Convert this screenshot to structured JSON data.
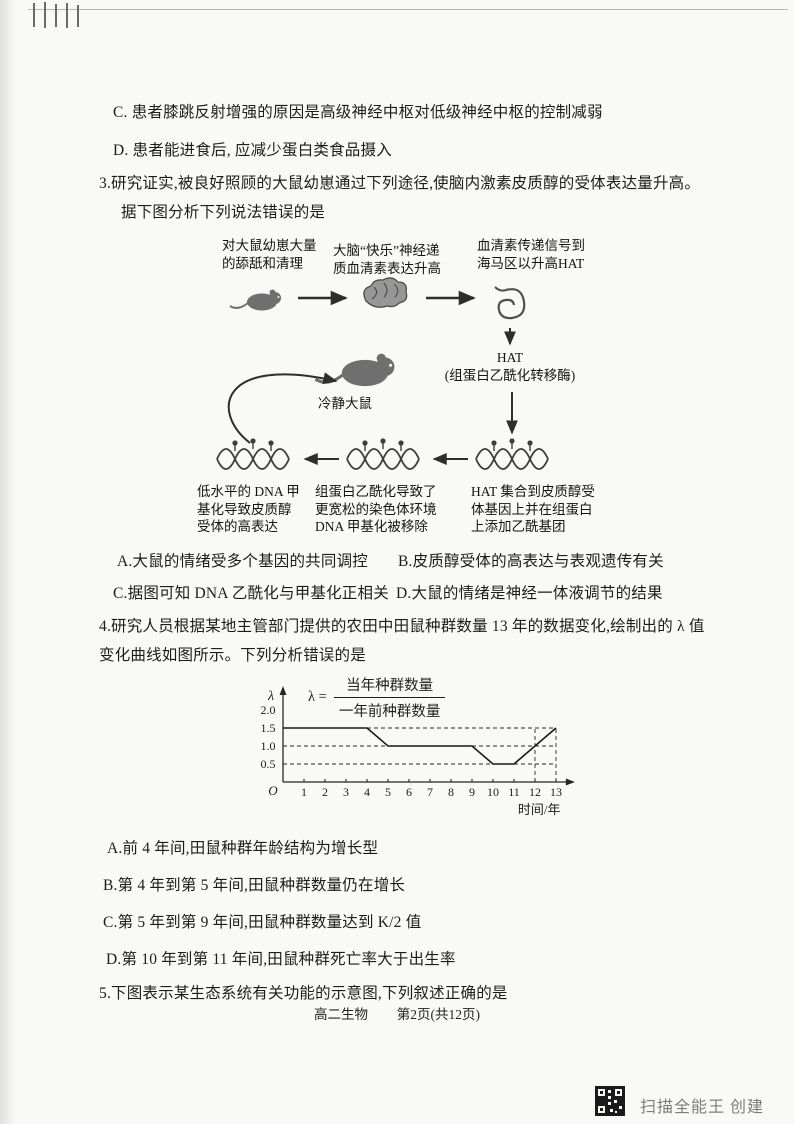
{
  "prev_options": {
    "c": "C. 患者膝跳反射增强的原因是高级神经中枢对低级神经中枢的控制减弱",
    "d": "D. 患者能进食后, 应减少蛋白类食品摄入"
  },
  "q3": {
    "stem_line1": "3.研究证实,被良好照顾的大鼠幼崽通过下列途径,使脑内激素皮质醇的受体表达量升高。",
    "stem_line2": "据下图分析下列说法错误的是",
    "diagram": {
      "licking_label": "对大鼠幼崽大量\n的舔舐和清理",
      "brain_label": "大脑“快乐”神经递\n质血清素表达升高",
      "serotonin_label": "血清素传递信号到\n海马区以升高HAT",
      "hat_label": "HAT\n(组蛋白乙酰化转移酶)",
      "calm_rat_label": "冷静大鼠",
      "caption_left": "低水平的 DNA 甲\n基化导致皮质醇\n受体的高表达",
      "caption_mid": "组蛋白乙酰化导致了\n更宽松的染色体环境\nDNA 甲基化被移除",
      "caption_right": "HAT 集合到皮质醇受\n体基因上并在组蛋白\n上添加乙酰基团"
    },
    "options": {
      "a": "A.大鼠的情绪受多个基因的共同调控",
      "b": "B.皮质醇受体的高表达与表观遗传有关",
      "c": "C.据图可知 DNA 乙酰化与甲基化正相关",
      "d": "D.大鼠的情绪是神经一体液调节的结果"
    }
  },
  "q4": {
    "stem_line1": "4.研究人员根据某地主管部门提供的农田中田鼠种群数量 13 年的数据变化,绘制出的 λ 值",
    "stem_line2": "变化曲线如图所示。下列分析错误的是",
    "options": {
      "a": "A.前 4 年间,田鼠种群年龄结构为增长型",
      "b": "B.第 4 年到第 5 年间,田鼠种群数量仍在增长",
      "c": "C.第 5 年到第 9 年间,田鼠种群数量达到 K/2 值",
      "d": "D.第 10 年到第 11 年间,田鼠种群死亡率大于出生率"
    }
  },
  "q5": {
    "stem": "5.下图表示某生态系统有关功能的示意图,下列叙述正确的是"
  },
  "footer": {
    "subject": "高二生物",
    "page_info": "第2页(共12页)"
  },
  "scanner_badge": {
    "text": "扫描全能王 创建"
  },
  "chart_data": {
    "type": "line",
    "title": "",
    "xlabel": "时间/年",
    "ylabel": "λ",
    "origin_label": "O",
    "formula": {
      "lhs": "λ =",
      "numerator": "当年种群数量",
      "denominator": "一年前种群数量"
    },
    "x_ticks": [
      1,
      2,
      3,
      4,
      5,
      6,
      7,
      8,
      9,
      10,
      11,
      12,
      13
    ],
    "y_ticks": [
      0.5,
      1.0,
      1.5,
      2.0
    ],
    "xlim": [
      0,
      13.8
    ],
    "ylim": [
      0,
      2.4
    ],
    "series": [
      {
        "name": "lambda",
        "x": [
          0,
          4,
          5,
          9,
          10,
          11,
          13
        ],
        "y": [
          1.5,
          1.5,
          1.0,
          1.0,
          0.5,
          0.5,
          1.5
        ]
      }
    ],
    "dashed_h_levels": [
      0.5,
      1.0,
      1.5
    ],
    "dashed_v_x": [
      12,
      13
    ],
    "grid": false,
    "legend": "none"
  }
}
